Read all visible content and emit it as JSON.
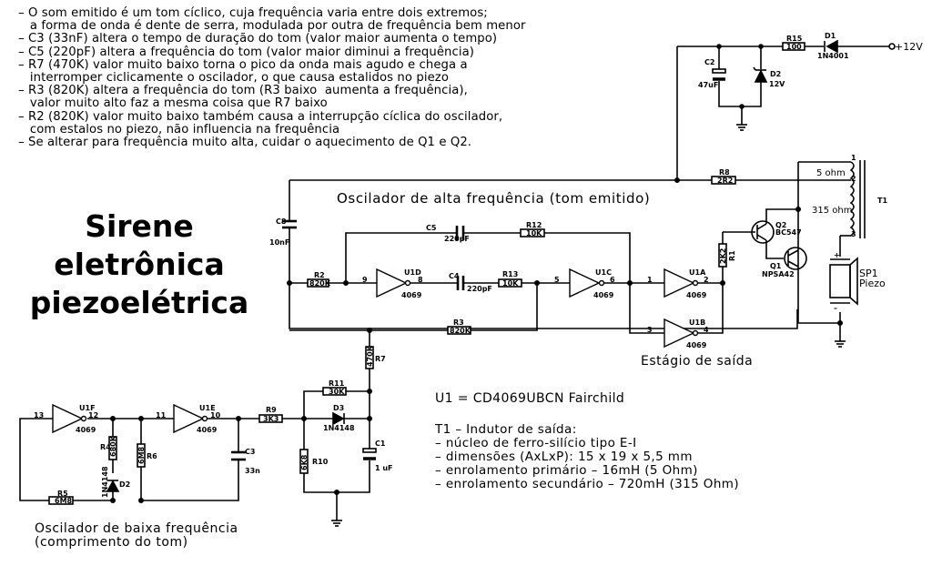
{
  "notes": [
    "– O som emitido é um tom cíclico, cuja frequência varia entre dois extremos;",
    "   a forma de onda é dente de serra, modulada por outra de frequência bem menor",
    "– C3 (33nF) altera o tempo de duração do tom (valor maior aumenta o tempo)",
    "– C5 (220pF) altera a frequência do tom (valor maior diminui a frequência)",
    "– R7 (470K) valor muito baixo torna o pico da onda mais agudo e chega a",
    "   interromper ciclicamente o oscilador, o que causa estalidos no piezo",
    "– R3 (820K) altera a frequência do tom (R3 baixo  aumenta a frequência),",
    "   valor muito alto faz a mesma coisa que R7 baixo",
    "– R2 (820K) valor muito baixo também causa a interrupção cíclica do oscilador,",
    "   com estalos no piezo, não influencia na frequência",
    "– Se alterar para frequência muito alta, cuidar o aquecimento de Q1 e Q2."
  ],
  "title": [
    "Sirene",
    "eletrônica",
    "piezoelétrica"
  ],
  "sections": {
    "high_osc": "Oscilador de alta frequência (tom emitido)",
    "low_osc_1": "Oscilador de baixa frequência",
    "low_osc_2": "(comprimento do tom)",
    "output_stage": "Estágio de saída"
  },
  "specs": {
    "u1": "U1 = CD4069UBCN Fairchild",
    "t1_lines": [
      "T1 – Indutor de saída:",
      "– núcleo de ferro-silício tipo E-I",
      "– dimensões (AxLxP): 15 x 19 x 5,5 mm",
      "– enrolamento primário – 16mH (5 Ohm)",
      "– enrolamento secundário – 720mH (315 Ohm)"
    ]
  },
  "components": {
    "supply": "+12V",
    "R15": {
      "ref": "R15",
      "value": "100"
    },
    "D1": {
      "ref": "D1",
      "value": "1N4001"
    },
    "C2": {
      "ref": "C2",
      "value": "47uF"
    },
    "D2z": {
      "ref": "D2",
      "value": "12V"
    },
    "R8": {
      "ref": "R8",
      "value": "2R2"
    },
    "T1": {
      "ref": "T1",
      "pin1": "1",
      "pin2": "2",
      "pin3": "3",
      "primary": "5 ohm",
      "secondary": "315 ohm"
    },
    "Q2": {
      "ref": "Q2",
      "value": "BC547"
    },
    "Q1": {
      "ref": "Q1",
      "value": "NPSA42"
    },
    "R1": {
      "ref": "R1",
      "value": "2K2"
    },
    "SP1": {
      "ref": "SP1",
      "value": "Piezo",
      "plus": "+",
      "minus": "–"
    },
    "C8": {
      "ref": "C8",
      "value": "10nF"
    },
    "C5": {
      "ref": "C5",
      "value": "220pF"
    },
    "R12": {
      "ref": "R12",
      "value": "10K"
    },
    "R2": {
      "ref": "R2",
      "value": "820K"
    },
    "U1D": {
      "ref": "U1D",
      "part": "4069",
      "in": "9",
      "out": "8"
    },
    "C4": {
      "ref": "C4",
      "value": "220pF"
    },
    "R13": {
      "ref": "R13",
      "value": "10K"
    },
    "U1C": {
      "ref": "U1C",
      "part": "4069",
      "in": "5",
      "out": "6"
    },
    "U1A": {
      "ref": "U1A",
      "part": "4069",
      "in": "1",
      "out": "2"
    },
    "U1B": {
      "ref": "U1B",
      "part": "4069",
      "in": "3",
      "out": "4"
    },
    "R3": {
      "ref": "R3",
      "value": "820K"
    },
    "R7": {
      "ref": "R7",
      "value": "470K"
    },
    "R11": {
      "ref": "R11",
      "value": "30K"
    },
    "D3": {
      "ref": "D3",
      "value": "1N4148"
    },
    "R9": {
      "ref": "R9",
      "value": "3K3"
    },
    "R10": {
      "ref": "R10",
      "value": "6K8"
    },
    "C1": {
      "ref": "C1",
      "value": "1 uF"
    },
    "U1F": {
      "ref": "U1F",
      "part": "4069",
      "in": "13",
      "out": "12"
    },
    "U1E": {
      "ref": "U1E",
      "part": "4069",
      "in": "11",
      "out": "10"
    },
    "R4": {
      "ref": "R4",
      "value": "680K"
    },
    "D2s": {
      "ref": "D2",
      "value": "1N4148"
    },
    "R6": {
      "ref": "R6",
      "value": "6M8"
    },
    "C3": {
      "ref": "C3",
      "value": "33n"
    },
    "R5": {
      "ref": "R5",
      "value": "6M8"
    }
  }
}
